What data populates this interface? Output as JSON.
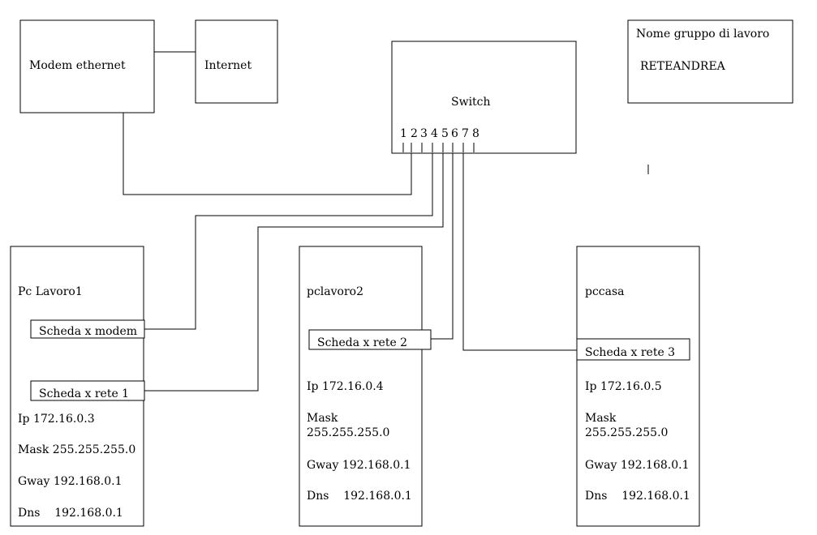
{
  "modem": {
    "label": "Modem ethernet"
  },
  "internet": {
    "label": "Internet"
  },
  "switch": {
    "label": "Switch",
    "ports": [
      "1",
      "2",
      "3",
      "4",
      "5",
      "6",
      "7",
      "8"
    ]
  },
  "workgroup": {
    "title": "Nome gruppo di lavoro",
    "name": "RETEANDREA"
  },
  "pcs": [
    {
      "name": "Pc Lavoro1",
      "cards": [
        "Scheda x modem",
        "Scheda x rete 1"
      ],
      "ip": "Ip 172.16.0.3",
      "mask": "Mask 255.255.255.0",
      "gway": "Gway 192.168.0.1",
      "dns": "Dns    192.168.0.1"
    },
    {
      "name": "pclavoro2",
      "cards": [
        "Scheda x rete 2"
      ],
      "ip": "Ip 172.16.0.4",
      "mask_label": "Mask",
      "mask_value": "255.255.255.0",
      "gway": "Gway 192.168.0.1",
      "dns": "Dns    192.168.0.1"
    },
    {
      "name": "pccasa",
      "cards": [
        "Scheda x rete 3"
      ],
      "ip": "Ip 172.16.0.5",
      "mask_label": "Mask",
      "mask_value": "255.255.255.0",
      "gway": "Gway 192.168.0.1",
      "dns": "Dns    192.168.0.1"
    }
  ]
}
